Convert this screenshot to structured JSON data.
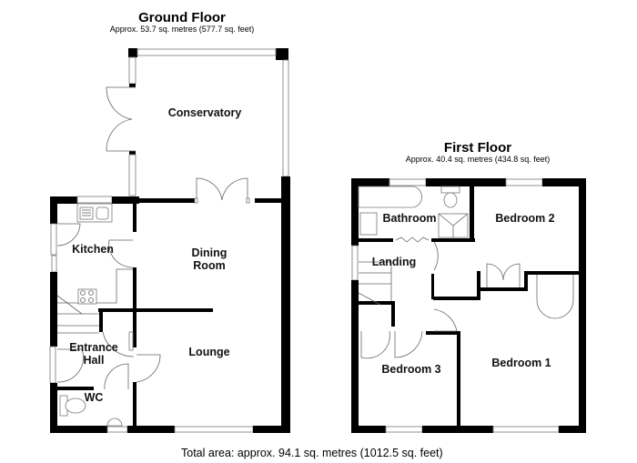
{
  "ground_floor": {
    "title": "Ground Floor",
    "area": "Approx. 53.7 sq. metres (577.7 sq. feet)",
    "rooms": {
      "conservatory": "Conservatory",
      "kitchen": "Kitchen",
      "dining_room_line1": "Dining",
      "dining_room_line2": "Room",
      "entrance_hall_line1": "Entrance",
      "entrance_hall_line2": "Hall",
      "lounge": "Lounge",
      "wc": "WC"
    }
  },
  "first_floor": {
    "title": "First Floor",
    "area": "Approx. 40.4 sq. metres (434.8 sq. feet)",
    "rooms": {
      "bathroom": "Bathroom",
      "bedroom_2": "Bedroom 2",
      "landing": "Landing",
      "bedroom_3": "Bedroom 3",
      "bedroom_1": "Bedroom 1"
    }
  },
  "total_area": "Total area: approx. 94.1 sq. metres (1012.5 sq. feet)",
  "colors": {
    "wall": "#000000",
    "background": "#ffffff",
    "fixture_line": "#777777"
  }
}
